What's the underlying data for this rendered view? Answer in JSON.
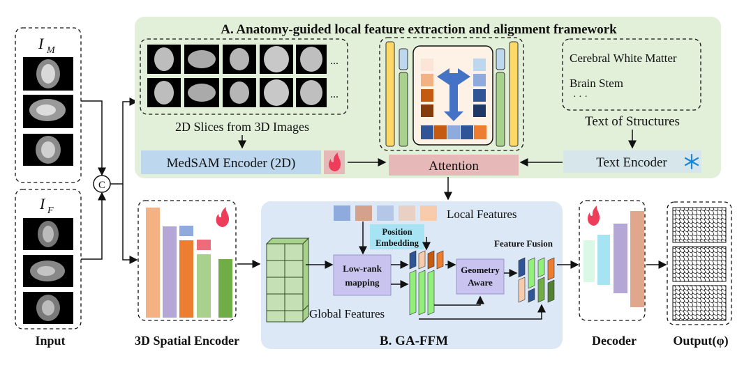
{
  "input": {
    "moving_symbol": "I",
    "moving_sub": "M",
    "fixed_symbol": "I",
    "fixed_sub": "F",
    "concat_symbol": "C",
    "label": "Input"
  },
  "section_a": {
    "title": "A. Anatomy-guided local feature extraction and alignment framework",
    "slices_label": "2D Slices from 3D Images",
    "ellipsis": "...",
    "medsam_label": "MedSAM Encoder (2D)",
    "attention_label": "Attention",
    "structures": [
      "Cerebral White Matter",
      "Brain Stem",
      "· · ·"
    ],
    "structures_label": "Text of Structures",
    "text_encoder_label": "Text Encoder"
  },
  "encoder3d": {
    "label": "3D Spatial Encoder"
  },
  "section_b": {
    "title": "B. GA-FFM",
    "local_features": "Local Features",
    "position_embedding_1": "Position",
    "position_embedding_2": "Embedding",
    "lowrank_1": "Low-rank",
    "lowrank_2": "mapping",
    "geometry_1": "Geometry",
    "geometry_2": "Aware",
    "feature_fusion": "Feature Fusion",
    "global_features": "Global Features"
  },
  "decoder": {
    "label": "Decoder"
  },
  "output": {
    "label": "Output(φ)"
  },
  "colors": {
    "panel_a": "#e2efd9",
    "panel_b": "#dce8f5",
    "medsam": "#bdd7ee",
    "attention": "#e6b8b7",
    "text_encoder": "#d6e6ea",
    "flame": "#ee3d5b",
    "snow": "#1a88d8",
    "bar_orange": "#f4b183",
    "bar_purple": "#b4a7d6",
    "bar_darkorange": "#ed7d31",
    "bar_lightgreen": "#a9d18e",
    "bar_green": "#70ad47",
    "cube_green": "#c5e0b4",
    "navy": "#2f5597",
    "lowrank_box": "#c9c3f0"
  }
}
